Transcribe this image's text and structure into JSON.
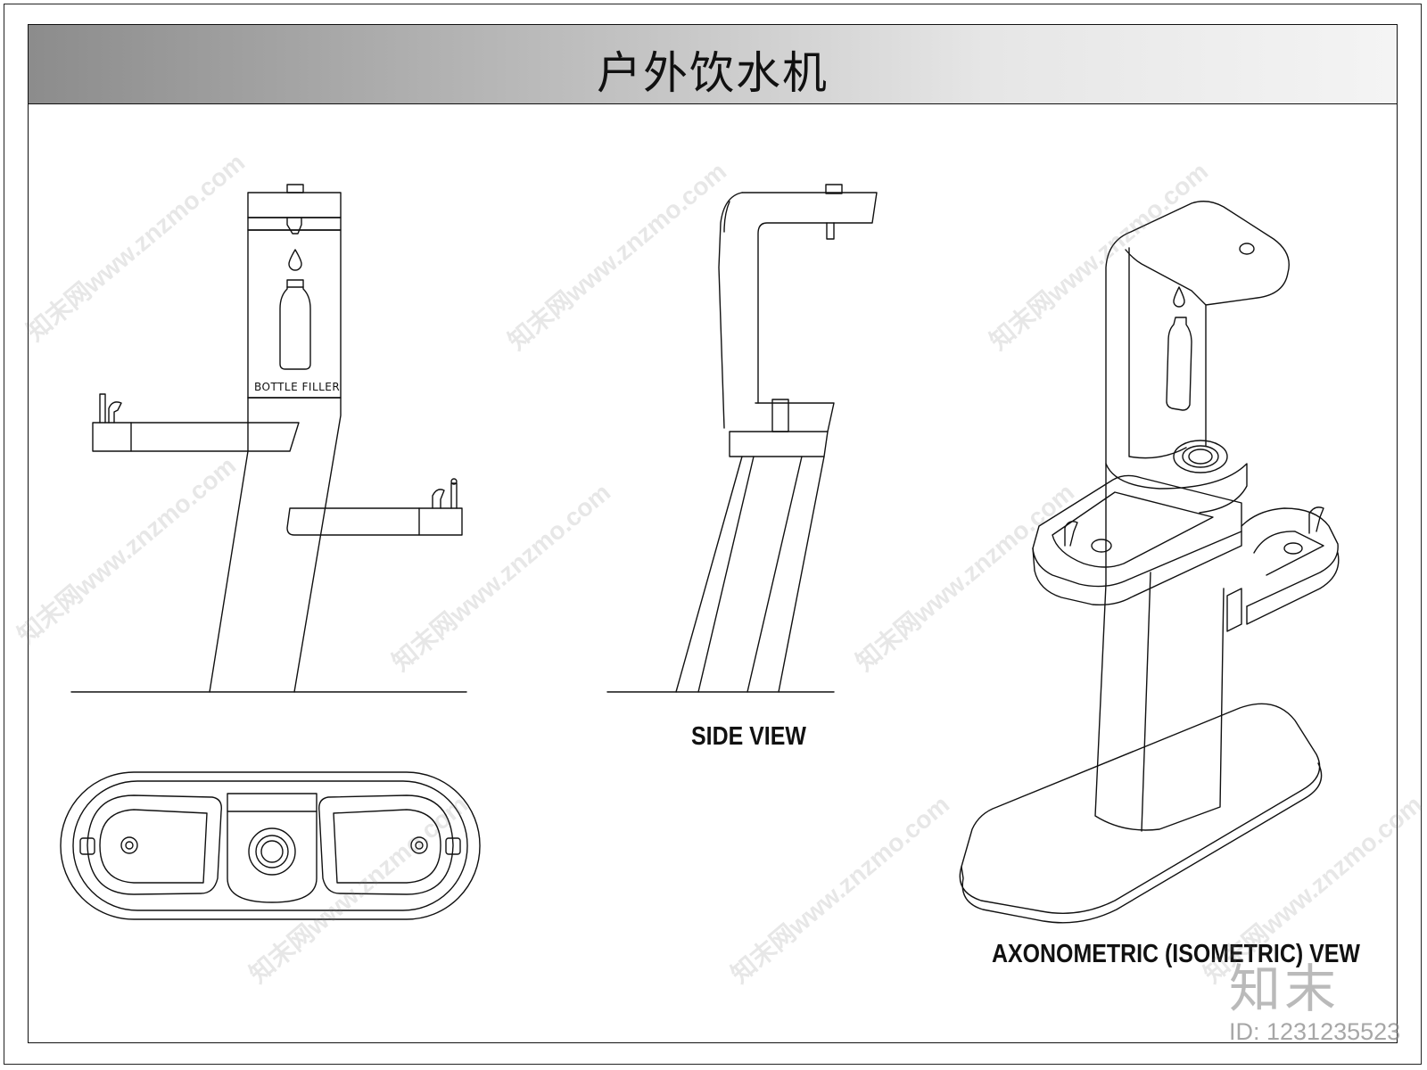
{
  "title": "户外饮水机",
  "labels": {
    "bottle_filler": "BOTTLE FILLER",
    "side_view": "SIDE VIEW",
    "axonometric_view": "AXONOMETRIC (ISOMETRIC) VEW"
  },
  "watermark": {
    "site": "知末网www.znzmo.com",
    "brand": "知末",
    "id": "ID: 1231235523"
  }
}
